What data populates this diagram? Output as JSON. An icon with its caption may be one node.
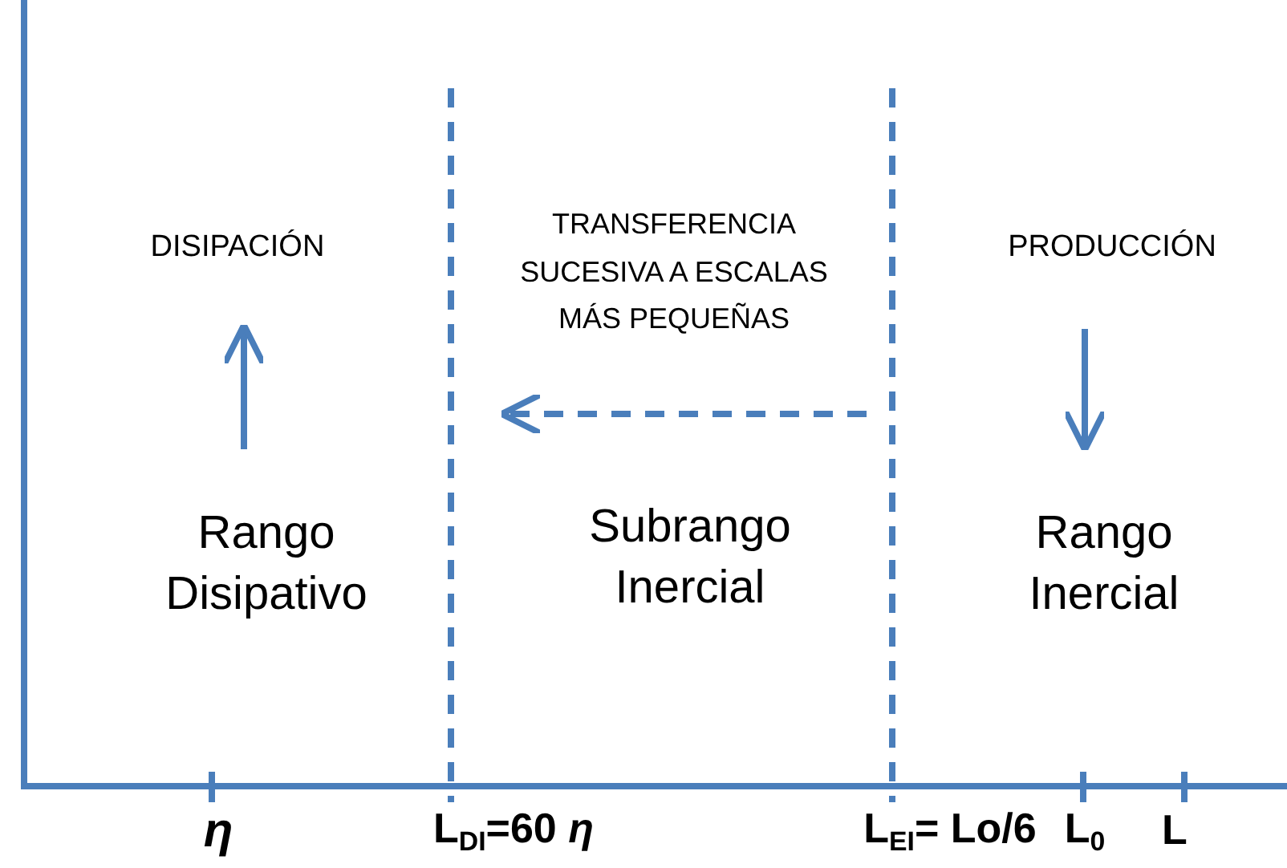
{
  "diagram": {
    "labels": [
      "DISIPACIÓN",
      "TRANSFERENCIA SUCESIVA A ESCALAS MÁS PEQUEÑAS",
      "PRODUCCIÓN",
      "Rango Disipativo",
      "Subrango Inercial",
      "Rango Inercial",
      "η",
      "L$_{DI}$=60 *η*",
      "L$_{EI}$= Lo/6",
      "L$_{0}$",
      "L"
    ]
  }
}
